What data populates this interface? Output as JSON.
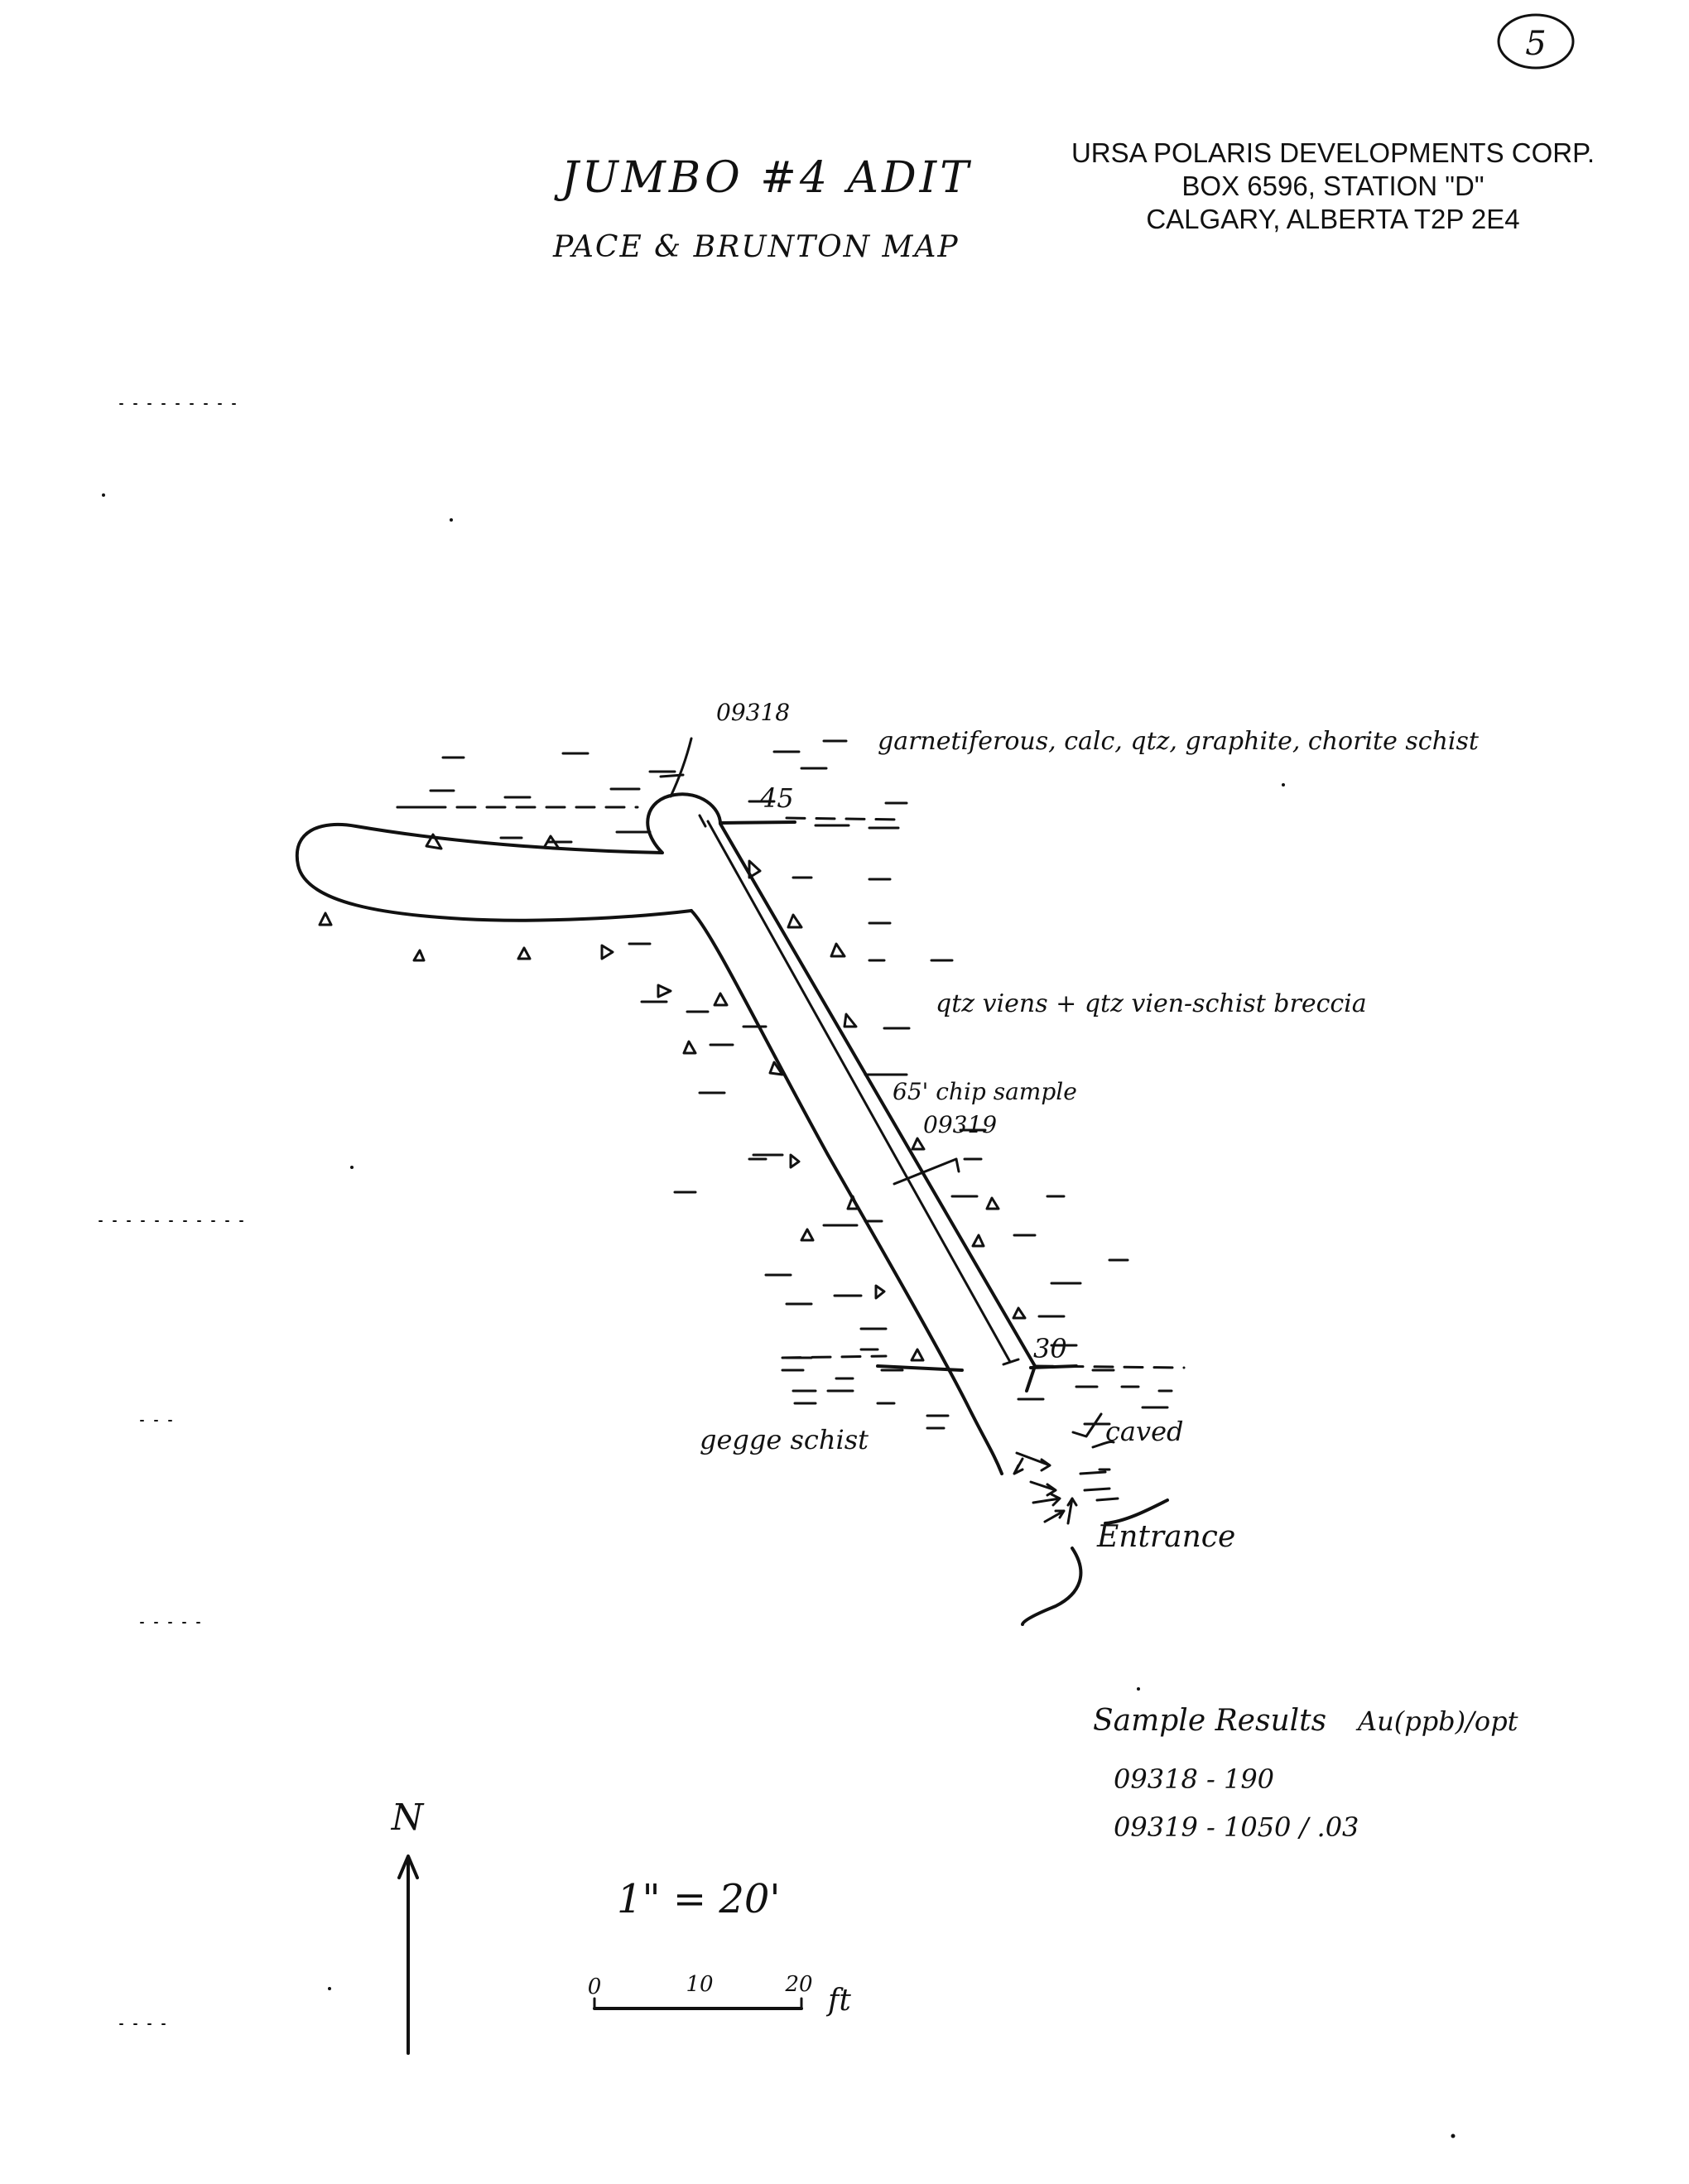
{
  "page_number": "5",
  "title": {
    "line1": "JUMBO #4 ADIT",
    "line2": "PACE & BRUNTON MAP"
  },
  "company": {
    "name": "URSA POLARIS DEVELOPMENTS CORP.",
    "address1": "BOX 6596, STATION \"D\"",
    "address2": "CALGARY, ALBERTA T2P 2E4"
  },
  "labels": {
    "sample_top": "09318",
    "strike_north": "45",
    "strike_south": "30",
    "rock_north": "garnetiferous, calc, qtz, graphite, chorite schist",
    "rock_mid": "qtz viens + qtz vien-schist breccia",
    "chip_sample": "65' chip sample",
    "chip_sample_id": "09319",
    "rock_south": "gegge schist",
    "caved": "caved",
    "entrance": "Entrance"
  },
  "sample_results": {
    "heading": "Sample Results",
    "units": "Au(ppb)/opt",
    "rows": [
      "09318 - 190",
      "09319 - 1050 / .03"
    ]
  },
  "north_arrow": {
    "label": "N"
  },
  "scale": {
    "ratio": "1\" = 20'",
    "ticks": [
      "0",
      "10",
      "20"
    ],
    "unit": "ft"
  },
  "colors": {
    "ink": "#111111",
    "paper": "#ffffff"
  }
}
